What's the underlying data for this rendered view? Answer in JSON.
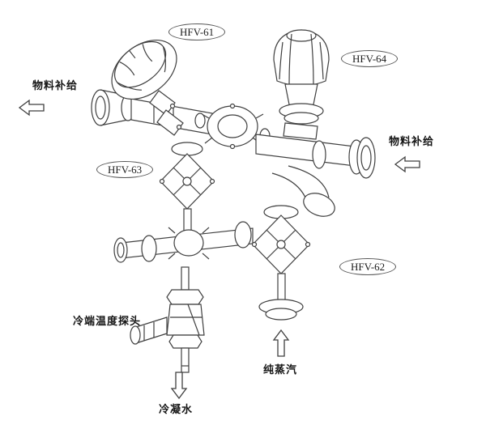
{
  "diagram": {
    "type": "piping-valve-assembly-isometric-drawing",
    "tags": [
      {
        "id": "hfv-61",
        "label": "HFV-61"
      },
      {
        "id": "hfv-64",
        "label": "HFV-64"
      },
      {
        "id": "hfv-63",
        "label": "HFV-63"
      },
      {
        "id": "hfv-62",
        "label": "HFV-62"
      }
    ],
    "annotations": {
      "material_supply_left": "物料补给",
      "material_supply_right": "物料补给",
      "cold_end_temp_probe": "冷端温度探头",
      "pure_steam": "纯蒸汽",
      "condensate_water": "冷凝水"
    },
    "colors": {
      "line": "#3f3f3f",
      "text": "#151515",
      "background": "#ffffff"
    }
  }
}
